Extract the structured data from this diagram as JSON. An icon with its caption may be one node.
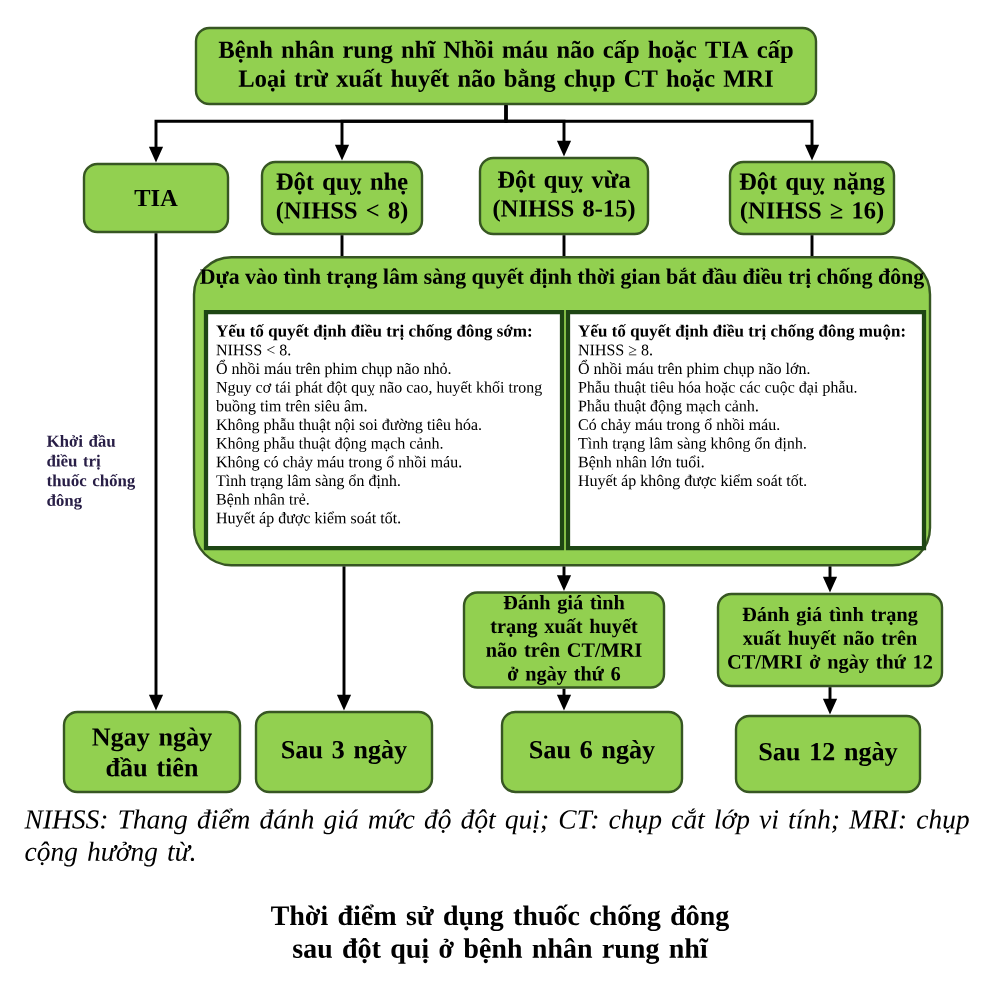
{
  "diagram": {
    "caption": "Thời điểm sử dụng thuốc chống đông sau đột quị ở bệnh nhân rung nhĩ",
    "nodes": [
      {
        "text": [
          "Bệnh nhân rung nhĩ Nhồi máu não cấp hoặc TIA cấp",
          "Loại trừ xuất huyết não bằng chụp CT hoặc MRI"
        ]
      },
      {
        "text": [
          "TIA"
        ]
      },
      {
        "text": [
          "Đột quỵ nhẹ (NIHSS < 8)"
        ]
      },
      {
        "text": [
          "Đột quỵ vừa (NIHSS 8-15)"
        ]
      },
      {
        "text": [
          "Đột quỵ nặng (NIHSS ≥ 16)"
        ]
      },
      {
        "text": [
          "Dựa vào tình trạng lâm sàng quyết định thời gian bắt đầu điều trị chống đông"
        ]
      },
      {
        "text": [
          "Yếu tố quyết định điều trị chống đông sớm:",
          "NIHSS < 8.",
          "Ổ nhồi máu trên phim chụp não nhỏ.",
          "Nguy cơ tái phát đột quỵ não cao, huyết khối trong buồng tim trên siêu âm.",
          "Không phẫu thuật nội soi đường tiêu hóa.",
          "Không phẫu thuật động mạch cảnh.",
          "Không có chảy máu trong ổ nhồi máu.",
          "Tình trạng lâm sàng ổn định.",
          "Bệnh nhân trẻ.",
          "Huyết áp được kiểm soát tốt."
        ],
        "in": 5
      },
      {
        "text": [
          "Yếu tố quyết định điều trị chống đông muộn:",
          "NIHSS ≥ 8.",
          "Ổ nhồi máu trên phim chụp não lớn.",
          "Phẫu thuật tiêu hóa hoặc các cuộc đại phẫu.",
          "Phẫu thuật động mạch cảnh.",
          "Có chảy máu trong ổ nhồi máu.",
          "Tình trạng lâm sàng không ổn định.",
          "Bệnh nhân lớn tuổi.",
          "Huyết áp không được kiểm soát tốt."
        ],
        "in": 5
      },
      {
        "text": [
          "Đánh giá tình trạng xuất huyết não trên CT/MRI ở ngày thứ 6"
        ]
      },
      {
        "text": [
          "Đánh giá tình trạng xuất huyết não trên CT/MRI ở ngày thứ 12"
        ]
      },
      {
        "text": [
          "Ngay ngày đầu tiên"
        ]
      },
      {
        "text": [
          "Sau 3 ngày"
        ]
      },
      {
        "text": [
          "Sau 6 ngày"
        ]
      },
      {
        "text": [
          "Sau 12 ngày"
        ]
      }
    ],
    "edges": [
      {
        "from": 0,
        "to": 1,
        "arrow": "to"
      },
      {
        "from": 0,
        "to": 2,
        "arrow": "to"
      },
      {
        "from": 0,
        "to": 3,
        "arrow": "to"
      },
      {
        "from": 0,
        "to": 4,
        "arrow": "to"
      },
      {
        "from": 2,
        "to": 5,
        "arrow": "none"
      },
      {
        "from": 3,
        "to": 5,
        "arrow": "none"
      },
      {
        "from": 4,
        "to": 5,
        "arrow": "none"
      },
      {
        "from": 1,
        "to": 10,
        "arrow": "to",
        "label": "Khởi đầu điều trị thuốc chống đông"
      },
      {
        "from": 5,
        "to": 11,
        "arrow": "to"
      },
      {
        "from": 5,
        "to": 8,
        "arrow": "to"
      },
      {
        "from": 5,
        "to": 9,
        "arrow": "to"
      },
      {
        "from": 8,
        "to": 12,
        "arrow": "to"
      },
      {
        "from": 9,
        "to": 13,
        "arrow": "to"
      }
    ],
    "labels": [
      "NIHSS: Thang điểm đánh giá mức độ đột quị; CT: chụp cắt lớp vi tính; MRI: chụp cộng hưởng từ."
    ]
  }
}
